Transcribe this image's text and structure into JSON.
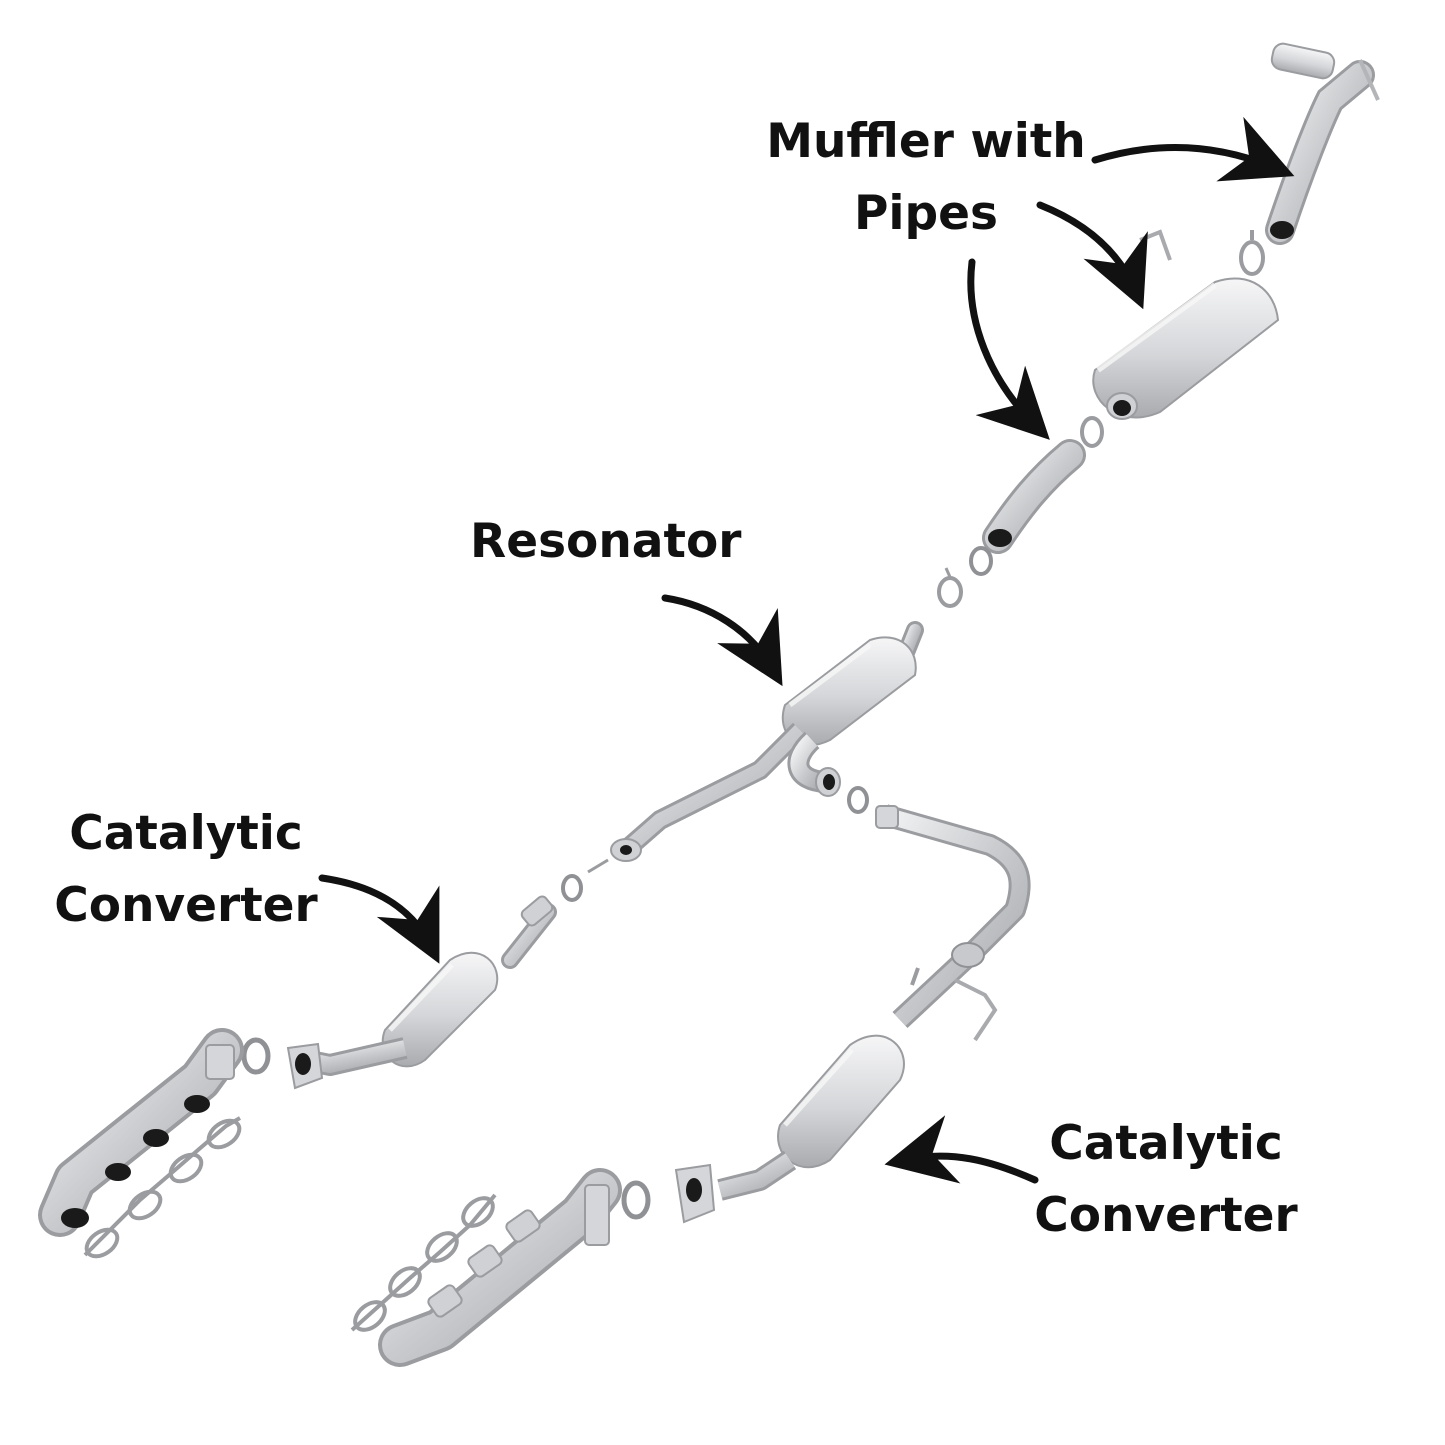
{
  "labels": {
    "muffler": {
      "line1": "Muffler with",
      "line2": "Pipes"
    },
    "resonator": {
      "line1": "Resonator"
    },
    "catalytic_left": {
      "line1": "Catalytic",
      "line2": "Converter"
    },
    "catalytic_right": {
      "line1": "Catalytic",
      "line2": "Converter"
    }
  },
  "colors": {
    "text": "#111111",
    "arrow": "#111111",
    "metal_fill": "#d9dadc",
    "metal_light": "#eeeff0",
    "metal_edge": "#9a9ca0",
    "pipe_bore": "#1a1a1a"
  }
}
